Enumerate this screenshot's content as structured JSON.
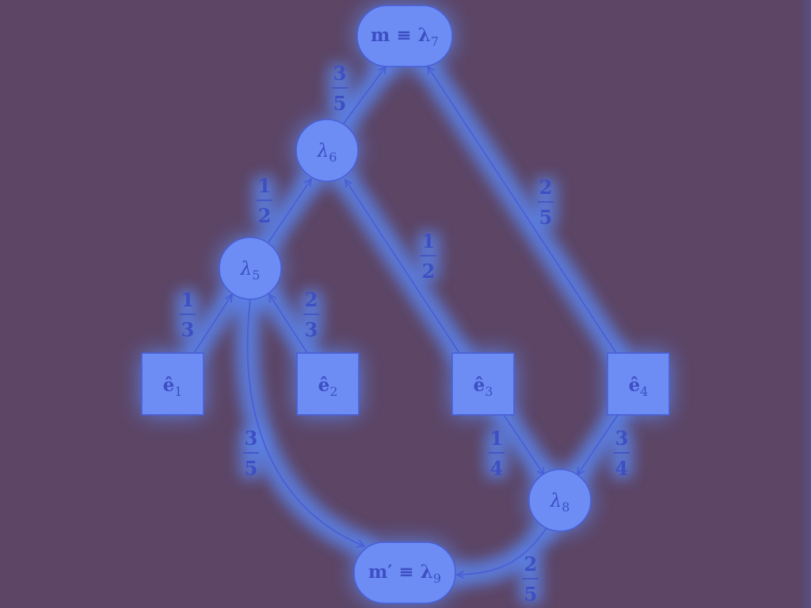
{
  "colors": {
    "background": "#5c4565",
    "node_fill": "#6d8df5",
    "stroke": "#4a5fd6",
    "text": "#3d4fc2",
    "glow": "#5c8cff"
  },
  "nodes": [
    {
      "id": "m-lambda7",
      "shape": "rounded",
      "main": "m ≡ λ",
      "sub": "7"
    },
    {
      "id": "lambda6",
      "shape": "circle",
      "main": "λ",
      "sub": "6"
    },
    {
      "id": "lambda5",
      "shape": "circle",
      "main": "λ",
      "sub": "5"
    },
    {
      "id": "e1",
      "shape": "square",
      "main": "ê",
      "sub": "1"
    },
    {
      "id": "e2",
      "shape": "square",
      "main": "ê",
      "sub": "2"
    },
    {
      "id": "e3",
      "shape": "square",
      "main": "ê",
      "sub": "3"
    },
    {
      "id": "e4",
      "shape": "square",
      "main": "ê",
      "sub": "4"
    },
    {
      "id": "lambda8",
      "shape": "circle",
      "main": "λ",
      "sub": "8"
    },
    {
      "id": "mprime-lambda9",
      "shape": "rounded",
      "main": "m′ ≡ λ",
      "sub": "9"
    }
  ],
  "weights": [
    {
      "edge": "lambda6-to-m",
      "num": "3",
      "den": "5"
    },
    {
      "edge": "lambda5-to-lambda6",
      "num": "1",
      "den": "2"
    },
    {
      "edge": "e3-to-lambda6",
      "num": "1",
      "den": "2"
    },
    {
      "edge": "e4-to-m",
      "num": "2",
      "den": "5"
    },
    {
      "edge": "e1-to-lambda5",
      "num": "1",
      "den": "3"
    },
    {
      "edge": "e2-to-lambda5",
      "num": "2",
      "den": "3"
    },
    {
      "edge": "lambda5-to-mprime",
      "num": "3",
      "den": "5"
    },
    {
      "edge": "e3-to-lambda8",
      "num": "1",
      "den": "4"
    },
    {
      "edge": "e4-to-lambda8",
      "num": "3",
      "den": "4"
    },
    {
      "edge": "lambda8-to-mprime",
      "num": "2",
      "den": "5"
    }
  ]
}
